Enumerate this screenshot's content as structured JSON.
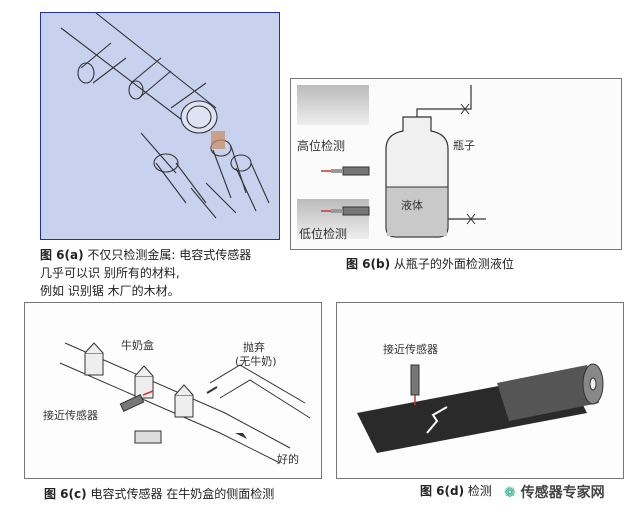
{
  "fig_a": {
    "caption_num": "图 6(a)",
    "caption_text": " 不仅只检测金属: 电容式传感器",
    "caption_line2": "几乎可以识 别所有的材料,",
    "caption_line3": "例如 识别锯 木厂的木材。"
  },
  "fig_b": {
    "label_high": "高位检测",
    "label_low": "低位检测",
    "label_bottle": "瓶子",
    "label_liquid": "液体",
    "caption_num": "图 6(b)",
    "caption_text": " 从瓶子的外面检测液位"
  },
  "fig_c": {
    "label_milk": "牛奶盒",
    "label_discard": "抛弃",
    "label_nomilk": "(无牛奶)",
    "label_sensor": "接近传感器",
    "label_good": "好的",
    "caption_num": "图 6(c)",
    "caption_text": " 电容式传感器 在牛奶盒的侧面检测"
  },
  "fig_d": {
    "label_sensor": "接近传感器",
    "caption_num": "图 6(d)",
    "caption_text": " 检测"
  },
  "watermark": "传感器专家网",
  "colors": {
    "panel_a_bg": "#c8d2ee",
    "panel_a_border": "#2233aa",
    "line": "#333333",
    "sheet": "#2a2a2a"
  }
}
